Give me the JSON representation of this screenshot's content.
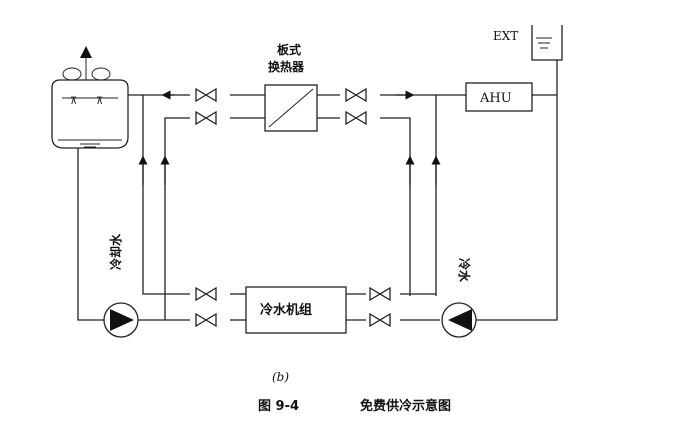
{
  "labels": {
    "plate_heat_exchanger_line1": "板式",
    "plate_heat_exchanger_line2": "换热器",
    "ahu": "AHU",
    "ext": "EXT",
    "chiller": "冷水机组",
    "cooling_water": "冷却水",
    "chilled_water": "冷水",
    "subfigure": "(b)",
    "figure_number": "图 9-4",
    "figure_title": "免费供冷示意图"
  }
}
